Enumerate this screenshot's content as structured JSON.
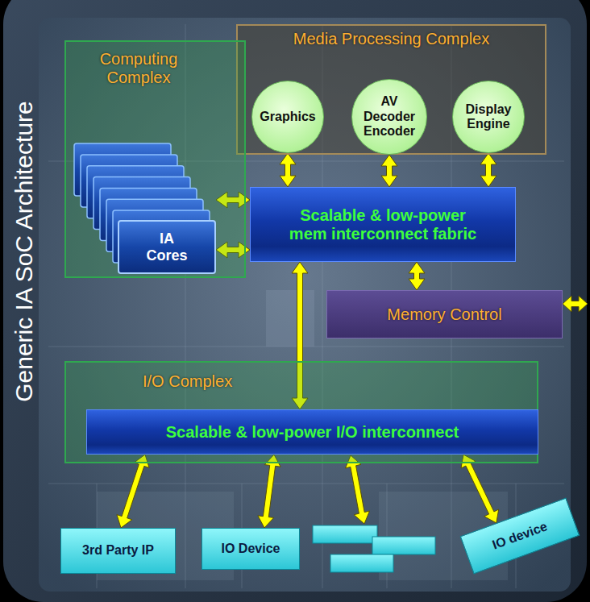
{
  "diagram": {
    "title": "Generic IA SoC Architecture",
    "nodes": [
      {
        "text": [
          "Media Processing Complex"
        ]
      },
      {
        "text": [
          "Graphics"
        ],
        "in": 0
      },
      {
        "text": [
          "AV Decoder Encoder"
        ],
        "in": 0
      },
      {
        "text": [
          "Display Engine"
        ],
        "in": 0
      },
      {
        "text": [
          "Computing Complex"
        ]
      },
      {
        "text": [
          "IA Cores"
        ],
        "in": 4
      },
      {
        "text": [
          "Scalable & low-power mem interconnect fabric"
        ]
      },
      {
        "text": [
          "Memory Control"
        ]
      },
      {
        "text": [
          "I/O Complex"
        ]
      },
      {
        "text": [
          "Scalable & low-power I/O interconnect"
        ],
        "in": 8
      },
      {
        "text": [
          "3rd Party IP"
        ]
      },
      {
        "text": [
          "IO Device"
        ]
      },
      {
        "text": [
          "IO device"
        ]
      }
    ],
    "edges": [
      {
        "from": 1,
        "to": 6,
        "arrow": "both"
      },
      {
        "from": 2,
        "to": 6,
        "arrow": "both"
      },
      {
        "from": 3,
        "to": 6,
        "arrow": "both"
      },
      {
        "from": 5,
        "to": 6,
        "arrow": "both"
      },
      {
        "from": 5,
        "to": 6,
        "arrow": "both"
      },
      {
        "from": 6,
        "to": 7,
        "arrow": "both"
      },
      {
        "from": 6,
        "to": 9,
        "arrow": "both"
      },
      {
        "from": 9,
        "to": 10,
        "arrow": "both"
      },
      {
        "from": 9,
        "to": 11,
        "arrow": "both"
      },
      {
        "from": 9,
        "to": 12,
        "arrow": "both"
      }
    ]
  }
}
